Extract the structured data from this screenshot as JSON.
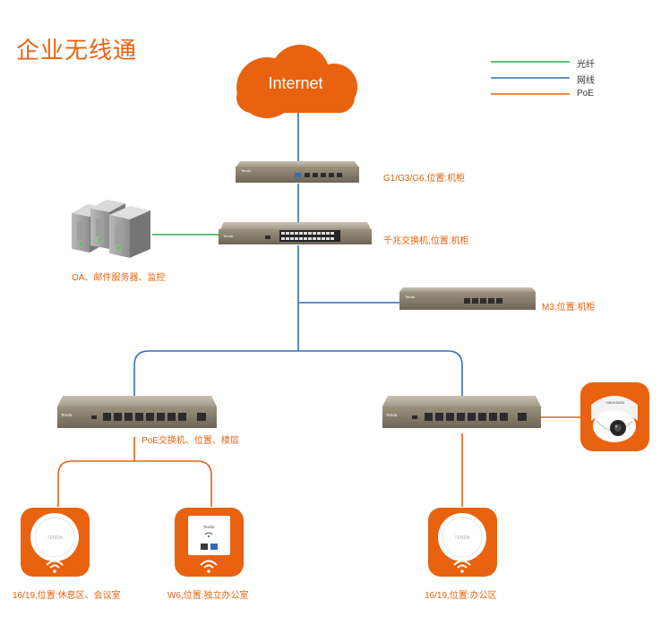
{
  "title": "企业无线通",
  "colors": {
    "fiber": "#2fa84f",
    "ethernet": "#2f6fb8",
    "poe": "#e8620f",
    "accent": "#e8620f"
  },
  "legend": [
    {
      "label": "光纤",
      "line": "fiber"
    },
    {
      "label": "网线",
      "line": "ethernet"
    },
    {
      "label": "PoE",
      "line": "poe"
    }
  ],
  "cloud": {
    "label": "Internet"
  },
  "devices": {
    "router": {
      "label": "G1/G3/G6,位置:机柜",
      "brand": "Tenda"
    },
    "core_switch": {
      "label": "千兆交换机,位置:机柜",
      "brand": "Tenda"
    },
    "servers": {
      "label": "OA、邮件服务器、监控"
    },
    "ac_controller": {
      "label": "M3,位置:机柜",
      "brand": "Tenda"
    },
    "poe_switch_left": {
      "label": "PoE交换机、位置、楼层",
      "brand": "Tenda"
    },
    "poe_switch_right": {
      "brand": "Tenda"
    },
    "camera": {
      "brand": "HIKVISION"
    },
    "ap_left": {
      "label": "16/19,位置:休息区、会议室",
      "brand": "TENDA"
    },
    "ap_wall": {
      "label": "W6,位置:独立办公室",
      "brand": "Tenda"
    },
    "ap_right": {
      "label": "16/19,位置:办公区",
      "brand": "TENDA"
    }
  }
}
